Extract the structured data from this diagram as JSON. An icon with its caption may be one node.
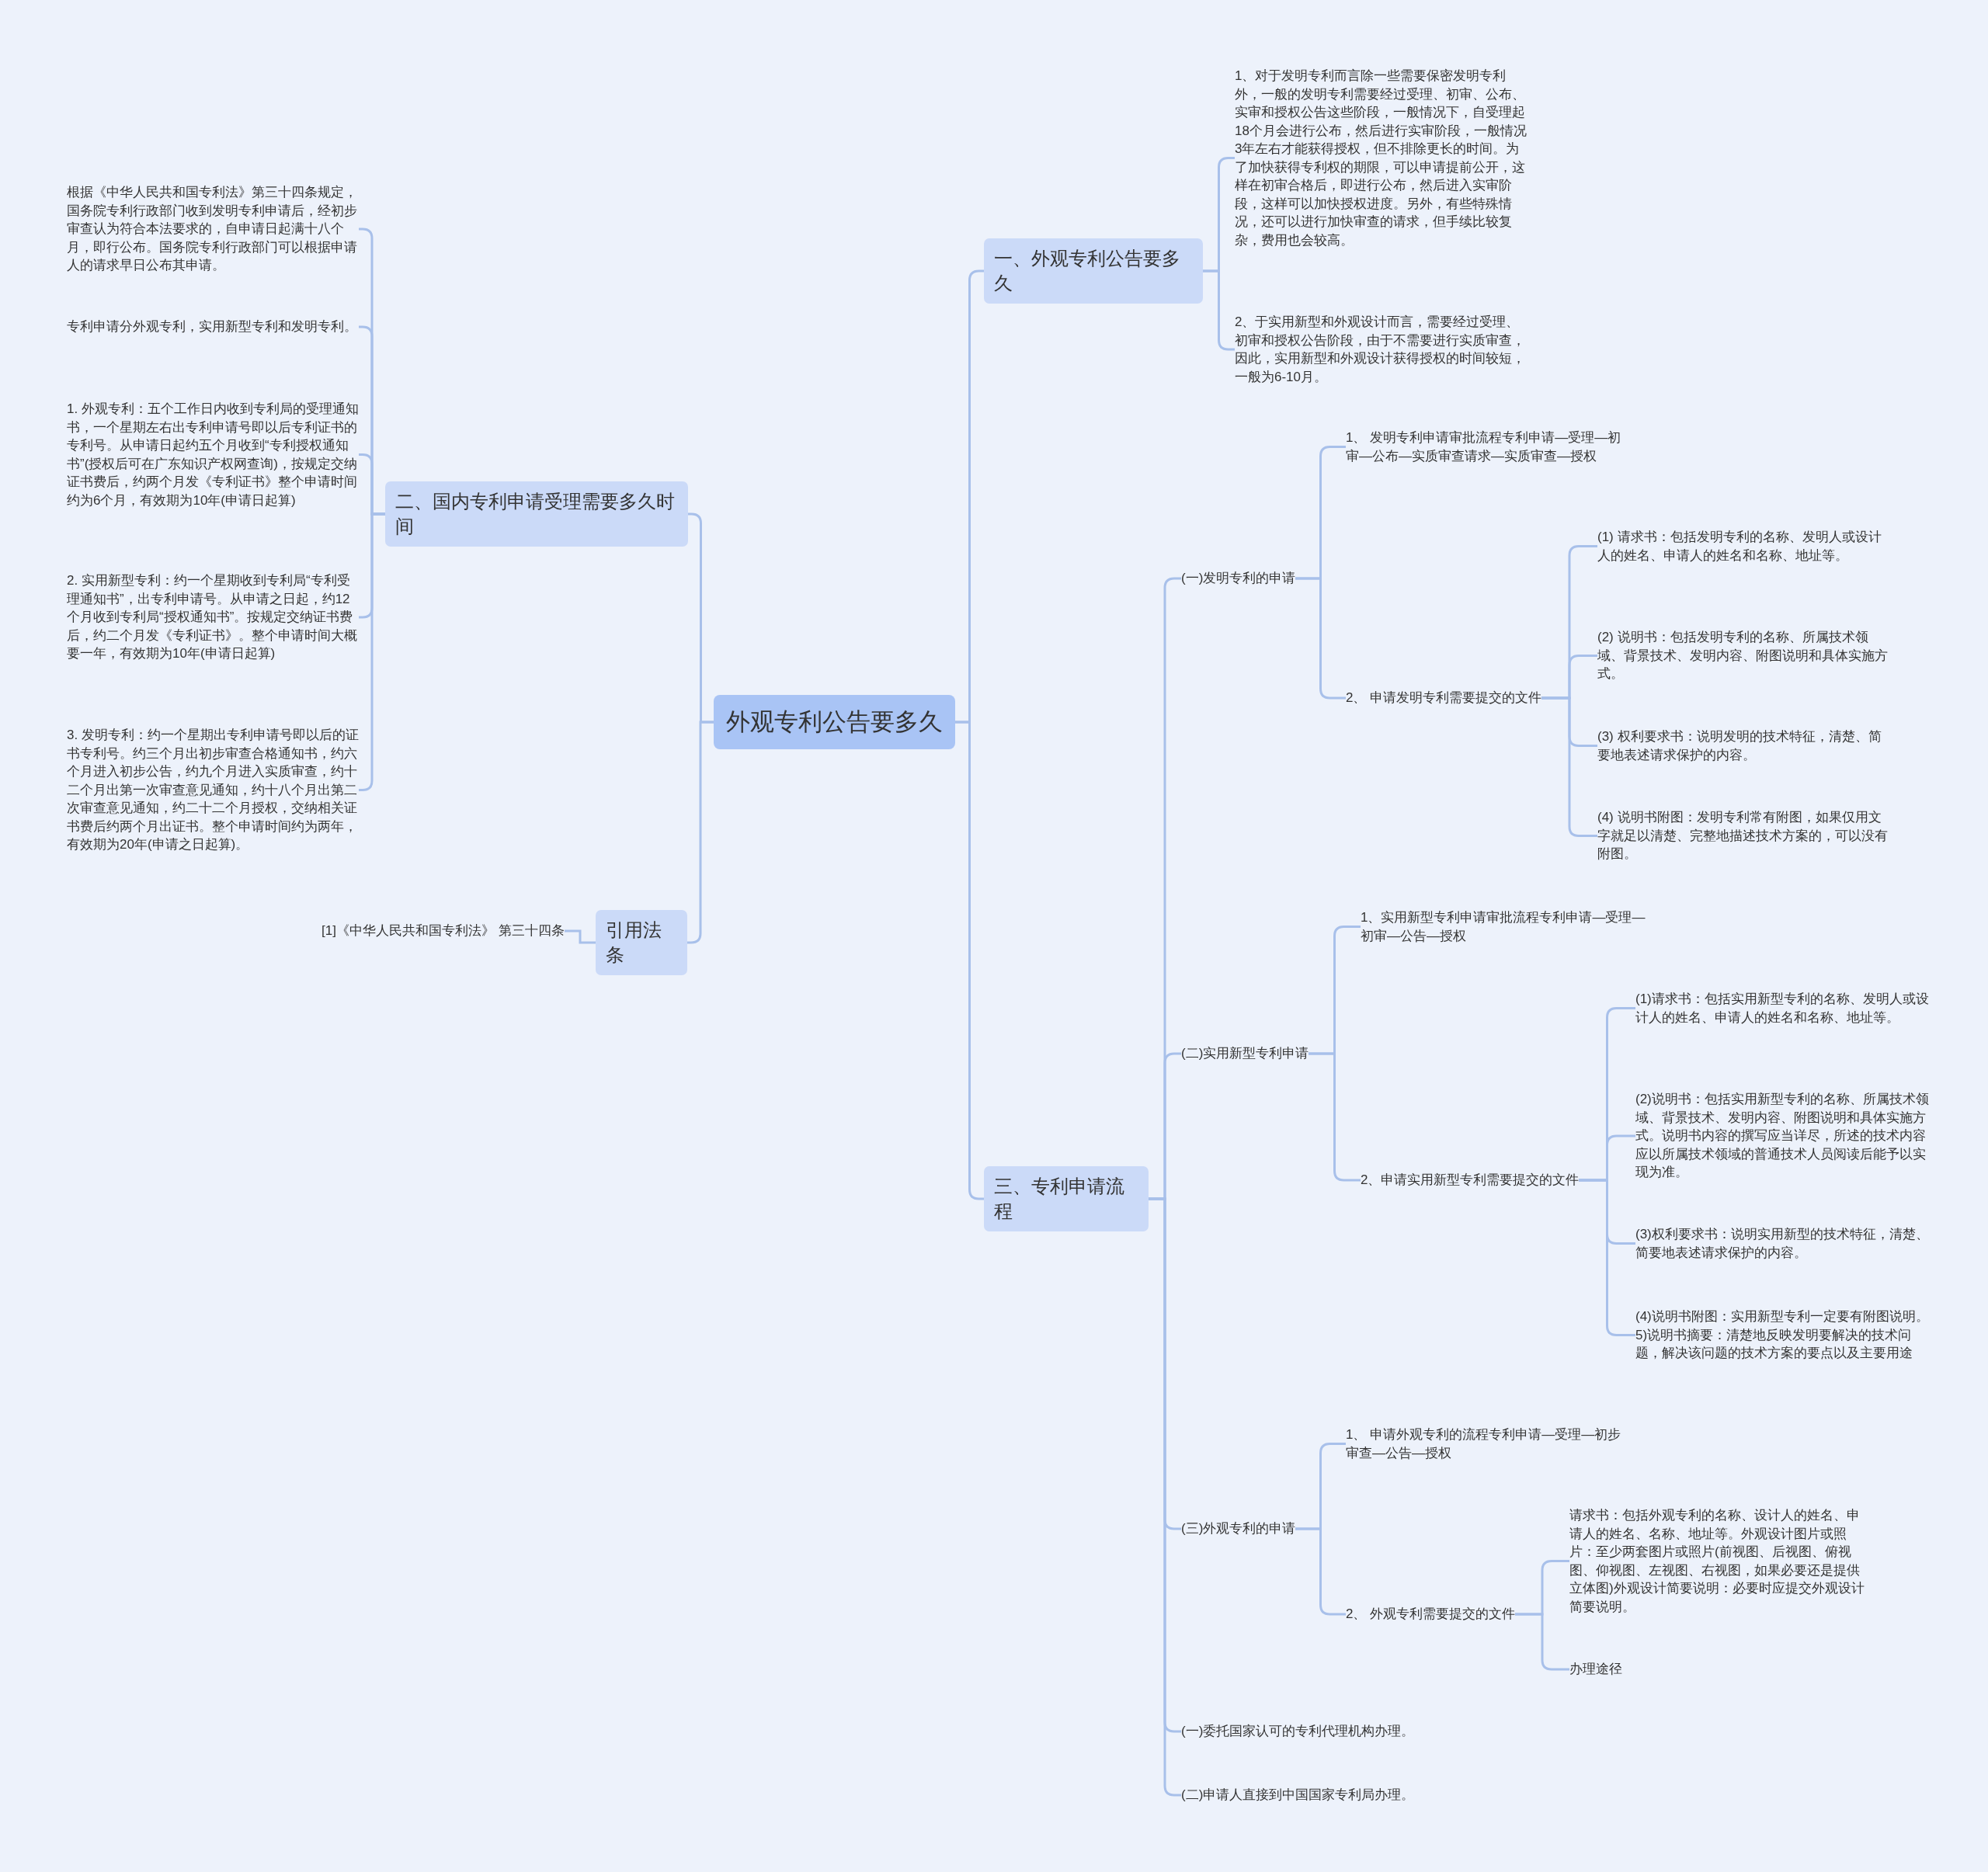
{
  "diagram": {
    "nodes": [
      {
        "text": [
          "外观专利公告要多久"
        ]
      },
      {
        "text": [
          "一、外观专利公告要多久"
        ]
      },
      {
        "text": [
          "1、对于发明专利而言除一些需要保密发明专利外，一般的发明专利需要经过受理、初审、公布、实审和授权公告这些阶段，一般情况下，自受理起18个月会进行公布，然后进行实审阶段，一般情况3年左右才能获得授权，但不排除更长的时间。为了加快获得专利权的期限，可以申请提前公开，这样在初审合格后，即进行公布，然后进入实审阶段，这样可以加快授权进度。另外，有些特殊情况，还可以进行加快审查的请求，但手续比较复杂，费用也会较高。"
        ]
      },
      {
        "text": [
          "2、于实用新型和外观设计而言，需要经过受理、初审和授权公告阶段，由于不需要进行实质审查，因此，实用新型和外观设计获得授权的时间较短，一般为6-10月。"
        ]
      },
      {
        "text": [
          "二、国内专利申请受理需要多久时间"
        ]
      },
      {
        "text": [
          "根据《中华人民共和国专利法》第三十四条规定，国务院专利行政部门收到发明专利申请后，经初步审查认为符合本法要求的，自申请日起满十八个月，即行公布。国务院专利行政部门可以根据申请人的请求早日公布其申请。"
        ]
      },
      {
        "text": [
          "专利申请分外观专利，实用新型专利和发明专利。"
        ]
      },
      {
        "text": [
          "1. 外观专利：五个工作日内收到专利局的受理通知书，一个星期左右出专利申请号即以后专利证书的专利号。从申请日起约五个月收到“专利授权通知书”(授权后可在广东知识产权网查询)，按规定交纳证书费后，约两个月发《专利证书》整个申请时间约为6个月，有效期为10年(申请日起算)"
        ]
      },
      {
        "text": [
          "2. 实用新型专利：约一个星期收到专利局“专利受理通知书”，出专利申请号。从申请之日起，约12个月收到专利局“授权通知书”。按规定交纳证书费后，约二个月发《专利证书》。整个申请时间大概要一年，有效期为10年(申请日起算)"
        ]
      },
      {
        "text": [
          "3. 发明专利：约一个星期出专利申请号即以后的证书专利号。约三个月出初步审查合格通知书，约六个月进入初步公告，约九个月进入实质审查，约十二个月出第一次审查意见通知，约十八个月出第二次审查意见通知，约二十二个月授权，交纳相关证书费后约两个月出证书。整个申请时间约为两年，有效期为20年(申请之日起算)。"
        ]
      },
      {
        "text": [
          "引用法条"
        ]
      },
      {
        "text": [
          "[1]《中华人民共和国专利法》 第三十四条"
        ]
      },
      {
        "text": [
          "三、专利申请流程"
        ]
      },
      {
        "text": [
          "(一)发明专利的申请"
        ]
      },
      {
        "text": [
          "1、 发明专利申请审批流程专利申请—受理—初审—公布—实质审查请求—实质审查—授权"
        ]
      },
      {
        "text": [
          "2、 申请发明专利需要提交的文件"
        ]
      },
      {
        "text": [
          "(1) 请求书：包括发明专利的名称、发明人或设计人的姓名、申请人的姓名和名称、地址等。"
        ]
      },
      {
        "text": [
          "(2) 说明书：包括发明专利的名称、所属技术领域、背景技术、发明内容、附图说明和具体实施方式。"
        ]
      },
      {
        "text": [
          "(3) 权利要求书：说明发明的技术特征，清楚、简要地表述请求保护的内容。"
        ]
      },
      {
        "text": [
          "(4) 说明书附图：发明专利常有附图，如果仅用文字就足以清楚、完整地描述技术方案的，可以没有附图。"
        ]
      },
      {
        "text": [
          "(二)实用新型专利申请"
        ]
      },
      {
        "text": [
          "1、实用新型专利申请审批流程专利申请—受理—初审—公告—授权"
        ]
      },
      {
        "text": [
          "2、申请实用新型专利需要提交的文件"
        ]
      },
      {
        "text": [
          "(1)请求书：包括实用新型专利的名称、发明人或设计人的姓名、申请人的姓名和名称、地址等。"
        ]
      },
      {
        "text": [
          "(2)说明书：包括实用新型专利的名称、所属技术领域、背景技术、发明内容、附图说明和具体实施方式。说明书内容的撰写应当详尽，所述的技术内容应以所属技术领域的普通技术人员阅读后能予以实现为准。"
        ]
      },
      {
        "text": [
          "(3)权利要求书：说明实用新型的技术特征，清楚、简要地表述请求保护的内容。"
        ]
      },
      {
        "text": [
          "(4)说明书附图：实用新型专利一定要有附图说明。5)说明书摘要：清楚地反映发明要解决的技术问题，解决该问题的技术方案的要点以及主要用途"
        ]
      },
      {
        "text": [
          "(三)外观专利的申请"
        ]
      },
      {
        "text": [
          "1、 申请外观专利的流程专利申请—受理—初步审查—公告—授权"
        ]
      },
      {
        "text": [
          "2、 外观专利需要提交的文件"
        ]
      },
      {
        "text": [
          "请求书：包括外观专利的名称、设计人的姓名、申请人的姓名、名称、地址等。外观设计图片或照片：至少两套图片或照片(前视图、后视图、俯视图、仰视图、左视图、右视图，如果必要还是提供立体图)外观设计简要说明：必要时应提交外观设计简要说明。"
        ]
      },
      {
        "text": [
          "办理途径"
        ]
      },
      {
        "text": [
          "(一)委托国家认可的专利代理机构办理。"
        ]
      },
      {
        "text": [
          "(二)申请人直接到中国国家专利局办理。"
        ]
      }
    ],
    "edges": [
      {
        "from": 0,
        "to": 1,
        "arrow": "none"
      },
      {
        "from": 1,
        "to": 2,
        "arrow": "none"
      },
      {
        "from": 1,
        "to": 3,
        "arrow": "none"
      },
      {
        "from": 0,
        "to": 4,
        "arrow": "none"
      },
      {
        "from": 4,
        "to": 5,
        "arrow": "none"
      },
      {
        "from": 4,
        "to": 6,
        "arrow": "none"
      },
      {
        "from": 4,
        "to": 7,
        "arrow": "none"
      },
      {
        "from": 4,
        "to": 8,
        "arrow": "none"
      },
      {
        "from": 4,
        "to": 9,
        "arrow": "none"
      },
      {
        "from": 0,
        "to": 10,
        "arrow": "none"
      },
      {
        "from": 10,
        "to": 11,
        "arrow": "none"
      },
      {
        "from": 0,
        "to": 12,
        "arrow": "none"
      },
      {
        "from": 12,
        "to": 13,
        "arrow": "none"
      },
      {
        "from": 13,
        "to": 14,
        "arrow": "none"
      },
      {
        "from": 13,
        "to": 15,
        "arrow": "none"
      },
      {
        "from": 15,
        "to": 16,
        "arrow": "none"
      },
      {
        "from": 15,
        "to": 17,
        "arrow": "none"
      },
      {
        "from": 15,
        "to": 18,
        "arrow": "none"
      },
      {
        "from": 15,
        "to": 19,
        "arrow": "none"
      },
      {
        "from": 12,
        "to": 20,
        "arrow": "none"
      },
      {
        "from": 20,
        "to": 21,
        "arrow": "none"
      },
      {
        "from": 20,
        "to": 22,
        "arrow": "none"
      },
      {
        "from": 22,
        "to": 23,
        "arrow": "none"
      },
      {
        "from": 22,
        "to": 24,
        "arrow": "none"
      },
      {
        "from": 22,
        "to": 25,
        "arrow": "none"
      },
      {
        "from": 22,
        "to": 26,
        "arrow": "none"
      },
      {
        "from": 12,
        "to": 27,
        "arrow": "none"
      },
      {
        "from": 27,
        "to": 28,
        "arrow": "none"
      },
      {
        "from": 27,
        "to": 29,
        "arrow": "none"
      },
      {
        "from": 29,
        "to": 30,
        "arrow": "none"
      },
      {
        "from": 29,
        "to": 31,
        "arrow": "none"
      },
      {
        "from": 12,
        "to": 32,
        "arrow": "none"
      },
      {
        "from": 12,
        "to": 33,
        "arrow": "none"
      }
    ]
  }
}
